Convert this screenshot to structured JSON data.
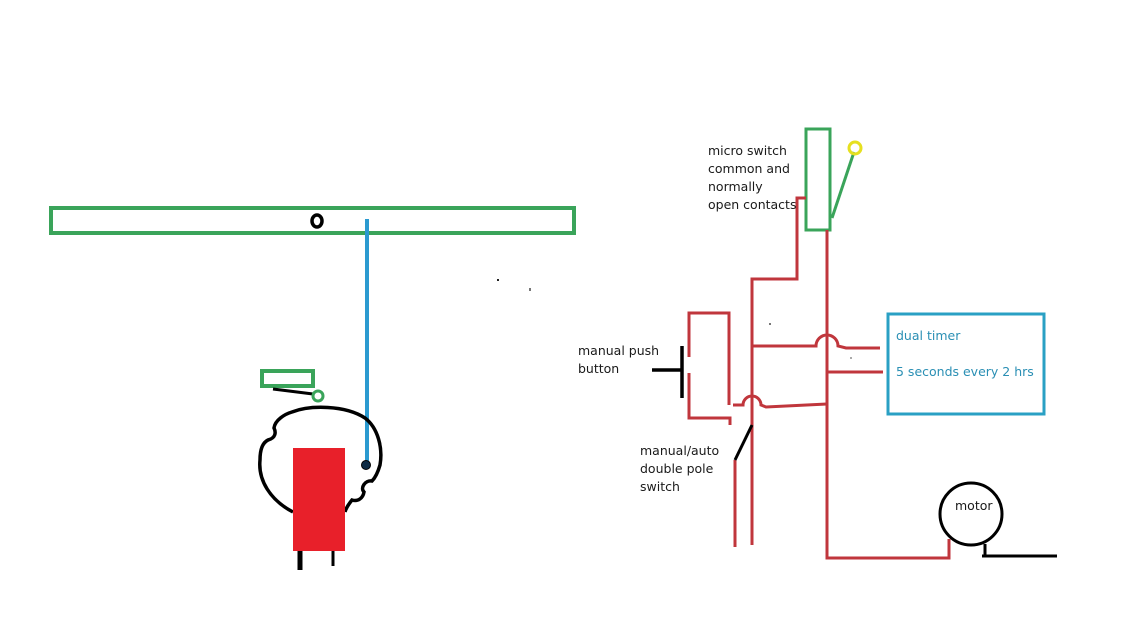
{
  "diagram": {
    "type": "hand-drawn wiring diagram",
    "colors": {
      "background": "#ffffff",
      "green_outline": "#3aa45a",
      "blue_rod": "#2b9ad0",
      "red_wire": "#c0363c",
      "red_block": "#e8202a",
      "black": "#000000",
      "yellow_contact": "#e6e020",
      "timer_box": "#2aa0c4",
      "timer_text": "#2a8fb4"
    },
    "left_mechanism": {
      "components": [
        "lever-bar",
        "pivot",
        "link-rod",
        "cam-wheel",
        "actuator-block",
        "micro-switch"
      ]
    },
    "labels": {
      "micro_switch": [
        "micro switch",
        "common and",
        "normally",
        "open contacts"
      ],
      "push_button": [
        "manual push",
        "button"
      ],
      "dp_switch": [
        "manual/auto",
        "double pole",
        "switch"
      ],
      "timer": {
        "title": "dual timer",
        "detail": "5 seconds every 2 hrs"
      },
      "motor": "motor"
    }
  }
}
